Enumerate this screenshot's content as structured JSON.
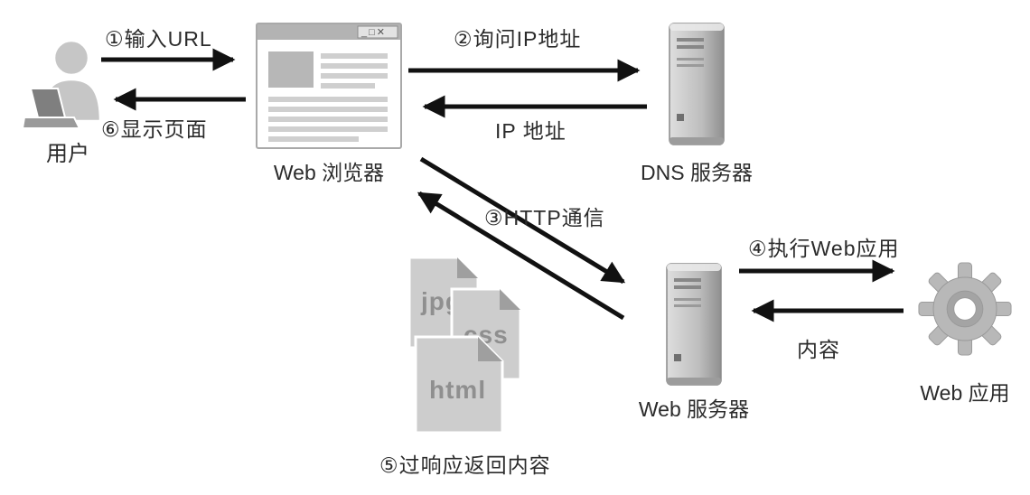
{
  "diagram": {
    "nodes": {
      "user": "用户",
      "browser": "Web 浏览器",
      "dns_server": "DNS 服务器",
      "web_server": "Web 服务器",
      "web_app": "Web 应用"
    },
    "labels": {
      "step1": "①输入URL",
      "step2": "②询问IP地址",
      "step3": "③HTTP通信",
      "step4": "④执行Web应用",
      "step5": "⑤过响应返回内容",
      "step6": "⑥显示页面",
      "ip": "IP 地址",
      "content": "内容"
    },
    "browser_icon": {
      "window_controls": "_□✕"
    },
    "files": [
      "jpg",
      "css",
      "html"
    ],
    "colors": {
      "arrow": "#111111",
      "icon_gray": "#c6c6c6",
      "text": "#2b2b2b"
    }
  }
}
